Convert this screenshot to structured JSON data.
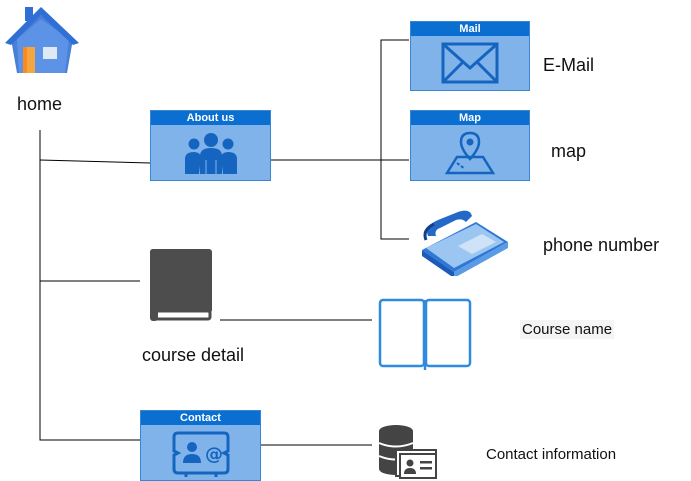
{
  "nodes": {
    "home": {
      "label": "home"
    },
    "about": {
      "header": "About us"
    },
    "mail": {
      "header": "Mail",
      "label": "E-Mail"
    },
    "map": {
      "header": "Map",
      "label": "map"
    },
    "phone": {
      "label": "phone number"
    },
    "course": {
      "label": "course detail"
    },
    "course_name": {
      "label": "Course name"
    },
    "contact": {
      "header": "Contact"
    },
    "contact_info": {
      "label": "Contact information"
    }
  },
  "colors": {
    "card_fill": "#7fb3ea",
    "card_header": "#0a6fd0",
    "card_icon": "#1565c0",
    "book": "#4d4d4d",
    "open_book": "#2f8ae0"
  }
}
